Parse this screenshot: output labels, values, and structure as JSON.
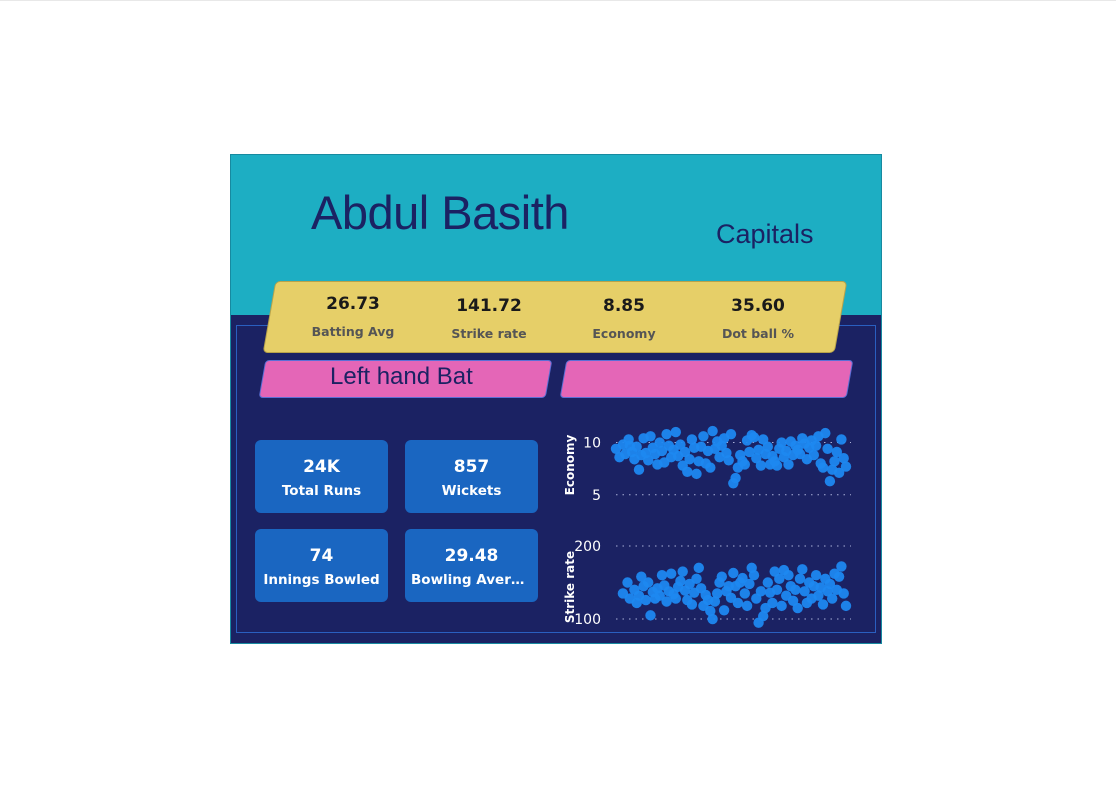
{
  "player": {
    "name": "Abdul Basith",
    "team": "Capitals",
    "batting_style": "Left hand Bat",
    "bowling_style": ""
  },
  "stats": [
    {
      "value": "26.73",
      "label": "Batting Avg"
    },
    {
      "value": "141.72",
      "label": "Strike rate"
    },
    {
      "value": "8.85",
      "label": "Economy"
    },
    {
      "value": "35.60",
      "label": "Dot ball %"
    }
  ],
  "kpis": [
    {
      "value": "24K",
      "label": "Total Runs"
    },
    {
      "value": "857",
      "label": "Wickets"
    },
    {
      "value": "74",
      "label": "Innings Bowled"
    },
    {
      "value": "29.48",
      "label": "Bowling Avera..."
    }
  ],
  "colors": {
    "header": "#1daec3",
    "background": "#1b2263",
    "stats_band": "#e6cf68",
    "pink": "#e466b7",
    "kpi": "#1a66c1",
    "point": "#1e88f0"
  },
  "chart_data": [
    {
      "type": "scatter",
      "ylabel": "Economy",
      "yticks": [
        5,
        10
      ],
      "ylim": [
        4.5,
        11.2
      ],
      "xlim": [
        0,
        100
      ],
      "grid": true,
      "points": [
        [
          0,
          9.4
        ],
        [
          1.5,
          8.6
        ],
        [
          3,
          9.8
        ],
        [
          4,
          8.9
        ],
        [
          5.5,
          10.3
        ],
        [
          6,
          9.7
        ],
        [
          7,
          9.1
        ],
        [
          8,
          8.4
        ],
        [
          9,
          9.6
        ],
        [
          10,
          7.4
        ],
        [
          11,
          8.8
        ],
        [
          12,
          10.4
        ],
        [
          13,
          9.0
        ],
        [
          14,
          8.3
        ],
        [
          15,
          10.6
        ],
        [
          16,
          9.5
        ],
        [
          17,
          8.9
        ],
        [
          18,
          7.9
        ],
        [
          19,
          10.0
        ],
        [
          20,
          9.2
        ],
        [
          21,
          8.1
        ],
        [
          22,
          10.8
        ],
        [
          23,
          9.7
        ],
        [
          24,
          8.6
        ],
        [
          25,
          9.3
        ],
        [
          26,
          11.0
        ],
        [
          27,
          8.7
        ],
        [
          28,
          9.8
        ],
        [
          29,
          7.8
        ],
        [
          30,
          9.1
        ],
        [
          31,
          7.2
        ],
        [
          32,
          8.4
        ],
        [
          33,
          10.3
        ],
        [
          34,
          9.5
        ],
        [
          35,
          7.0
        ],
        [
          36,
          8.2
        ],
        [
          37,
          9.6
        ],
        [
          38,
          10.6
        ],
        [
          39,
          8.0
        ],
        [
          40,
          9.2
        ],
        [
          41,
          7.6
        ],
        [
          42,
          11.1
        ],
        [
          43,
          9.4
        ],
        [
          44,
          10.1
        ],
        [
          45,
          8.6
        ],
        [
          46,
          9.7
        ],
        [
          47,
          10.4
        ],
        [
          48,
          9.0
        ],
        [
          49,
          8.3
        ],
        [
          50,
          10.8
        ],
        [
          51,
          6.1
        ],
        [
          52,
          6.6
        ],
        [
          53,
          7.6
        ],
        [
          54,
          8.8
        ],
        [
          55,
          8.2
        ],
        [
          56,
          7.9
        ],
        [
          57,
          10.2
        ],
        [
          58,
          9.1
        ],
        [
          59,
          10.7
        ],
        [
          60,
          10.5
        ],
        [
          61,
          8.5
        ],
        [
          62,
          9.3
        ],
        [
          63,
          7.8
        ],
        [
          64,
          10.3
        ],
        [
          65,
          8.9
        ],
        [
          66,
          9.6
        ],
        [
          67,
          7.9
        ],
        [
          68,
          8.7
        ],
        [
          69,
          8.2
        ],
        [
          70,
          7.8
        ],
        [
          71,
          9.4
        ],
        [
          72,
          10.0
        ],
        [
          73,
          8.6
        ],
        [
          74,
          9.2
        ],
        [
          75,
          7.9
        ],
        [
          76,
          10.1
        ],
        [
          77,
          8.8
        ],
        [
          78,
          9.7
        ],
        [
          79,
          9.3
        ],
        [
          80,
          8.9
        ],
        [
          81,
          10.4
        ],
        [
          82,
          9.9
        ],
        [
          83,
          8.4
        ],
        [
          84,
          9.5
        ],
        [
          85,
          10.2
        ],
        [
          86,
          8.8
        ],
        [
          87,
          9.7
        ],
        [
          88,
          10.6
        ],
        [
          89,
          8.0
        ],
        [
          90,
          7.6
        ],
        [
          91,
          10.9
        ],
        [
          92,
          9.4
        ],
        [
          93,
          6.3
        ],
        [
          94,
          7.4
        ],
        [
          95,
          8.2
        ],
        [
          96,
          9.1
        ],
        [
          97,
          7.1
        ],
        [
          98,
          10.3
        ],
        [
          99,
          8.5
        ],
        [
          100,
          7.7
        ]
      ]
    },
    {
      "type": "scatter",
      "ylabel": "Strike rate",
      "yticks": [
        100,
        200
      ],
      "ylim": [
        85,
        215
      ],
      "xlim": [
        0,
        100
      ],
      "grid": true,
      "points": [
        [
          3,
          135
        ],
        [
          5,
          150
        ],
        [
          6,
          128
        ],
        [
          8,
          140
        ],
        [
          9,
          122
        ],
        [
          10,
          132
        ],
        [
          11,
          158
        ],
        [
          12,
          145
        ],
        [
          13,
          126
        ],
        [
          14,
          150
        ],
        [
          15,
          105
        ],
        [
          16,
          137
        ],
        [
          17,
          128
        ],
        [
          18,
          142
        ],
        [
          19,
          132
        ],
        [
          20,
          160
        ],
        [
          21,
          146
        ],
        [
          22,
          124
        ],
        [
          23,
          138
        ],
        [
          24,
          162
        ],
        [
          25,
          134
        ],
        [
          26,
          128
        ],
        [
          27,
          144
        ],
        [
          28,
          152
        ],
        [
          29,
          165
        ],
        [
          30,
          139
        ],
        [
          31,
          126
        ],
        [
          32,
          148
        ],
        [
          33,
          120
        ],
        [
          34,
          136
        ],
        [
          35,
          155
        ],
        [
          36,
          170
        ],
        [
          37,
          142
        ],
        [
          38,
          118
        ],
        [
          39,
          133
        ],
        [
          40,
          126
        ],
        [
          41,
          111
        ],
        [
          42,
          100
        ],
        [
          43,
          124
        ],
        [
          44,
          135
        ],
        [
          45,
          150
        ],
        [
          46,
          158
        ],
        [
          47,
          112
        ],
        [
          48,
          138
        ],
        [
          49,
          145
        ],
        [
          50,
          129
        ],
        [
          51,
          163
        ],
        [
          52,
          145
        ],
        [
          53,
          122
        ],
        [
          54,
          150
        ],
        [
          55,
          156
        ],
        [
          56,
          135
        ],
        [
          57,
          118
        ],
        [
          58,
          148
        ],
        [
          59,
          170
        ],
        [
          60,
          160
        ],
        [
          61,
          128
        ],
        [
          62,
          95
        ],
        [
          63,
          138
        ],
        [
          64,
          104
        ],
        [
          65,
          115
        ],
        [
          66,
          150
        ],
        [
          67,
          136
        ],
        [
          68,
          122
        ],
        [
          69,
          165
        ],
        [
          70,
          140
        ],
        [
          71,
          155
        ],
        [
          72,
          118
        ],
        [
          73,
          167
        ],
        [
          74,
          132
        ],
        [
          75,
          160
        ],
        [
          76,
          145
        ],
        [
          77,
          125
        ],
        [
          78,
          140
        ],
        [
          79,
          115
        ],
        [
          80,
          155
        ],
        [
          81,
          168
        ],
        [
          82,
          138
        ],
        [
          83,
          122
        ],
        [
          84,
          150
        ],
        [
          85,
          128
        ],
        [
          86,
          145
        ],
        [
          87,
          160
        ],
        [
          88,
          132
        ],
        [
          89,
          143
        ],
        [
          90,
          120
        ],
        [
          91,
          155
        ],
        [
          92,
          138
        ],
        [
          93,
          148
        ],
        [
          94,
          128
        ],
        [
          95,
          162
        ],
        [
          96,
          140
        ],
        [
          97,
          158
        ],
        [
          98,
          172
        ],
        [
          99,
          135
        ],
        [
          100,
          118
        ]
      ]
    }
  ]
}
